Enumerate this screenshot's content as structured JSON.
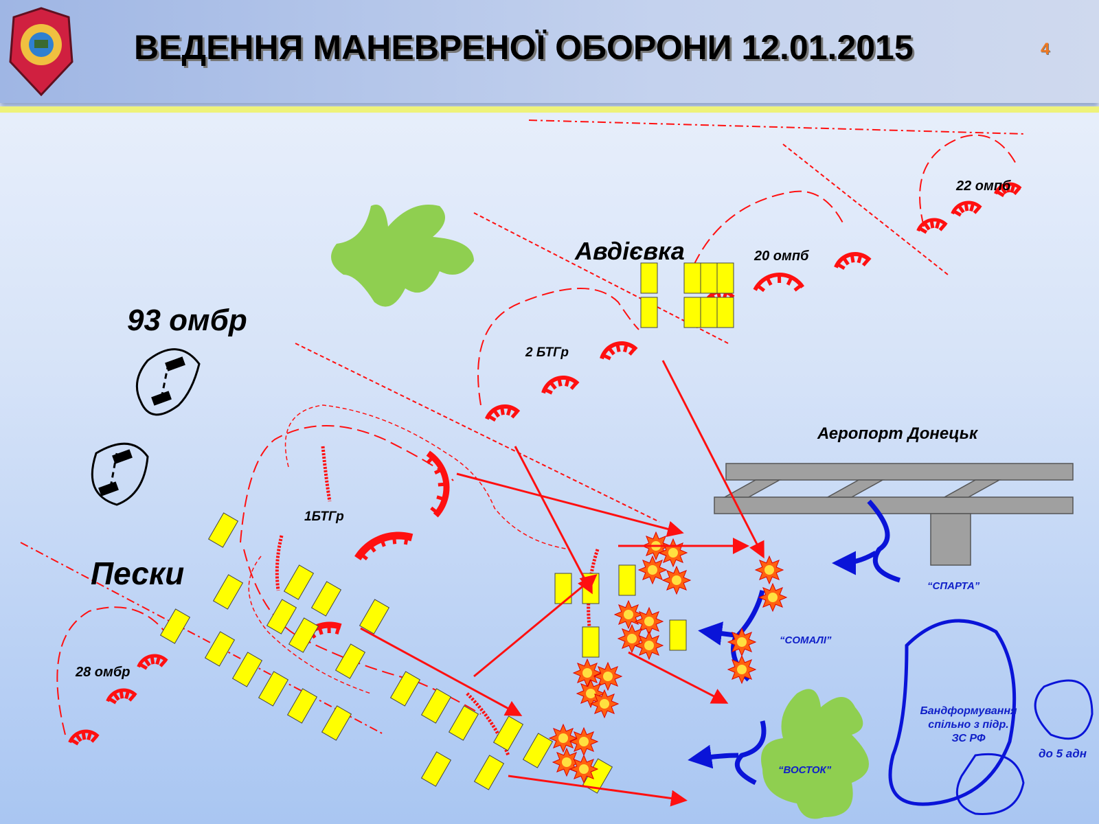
{
  "header": {
    "title": "ВЕДЕННЯ МАНЕВРЕНОЇ ОБОРОНИ 12.01.2015",
    "page_number": "4",
    "emblem": "military-emblem"
  },
  "labels": {
    "brigade_93": "93 омбр",
    "avdiivka": "Авдієвка",
    "bn_20": "20 омпб",
    "bn_22": "22 омпб",
    "btg_2": "2 БТГр",
    "btg_1": "1БТГр",
    "pisky": "Пески",
    "brigade_28": "28 омбр",
    "airport": "Аеропорт Донецьк",
    "sparta": "“СПАРТА”",
    "somali": "“СОМАЛІ”",
    "vostok": "“ВОСТОК”",
    "enemy_line1": "Бандформування",
    "enemy_line2": "спільно з підр.",
    "enemy_line3": "ЗС РФ",
    "artillery": "до 5 адн"
  },
  "colors": {
    "friendly": "#ff1010",
    "enemy": "#0a14d8",
    "position": "#ffff00",
    "terrain": "#8fcf50",
    "airport": "#a0a0a0"
  }
}
